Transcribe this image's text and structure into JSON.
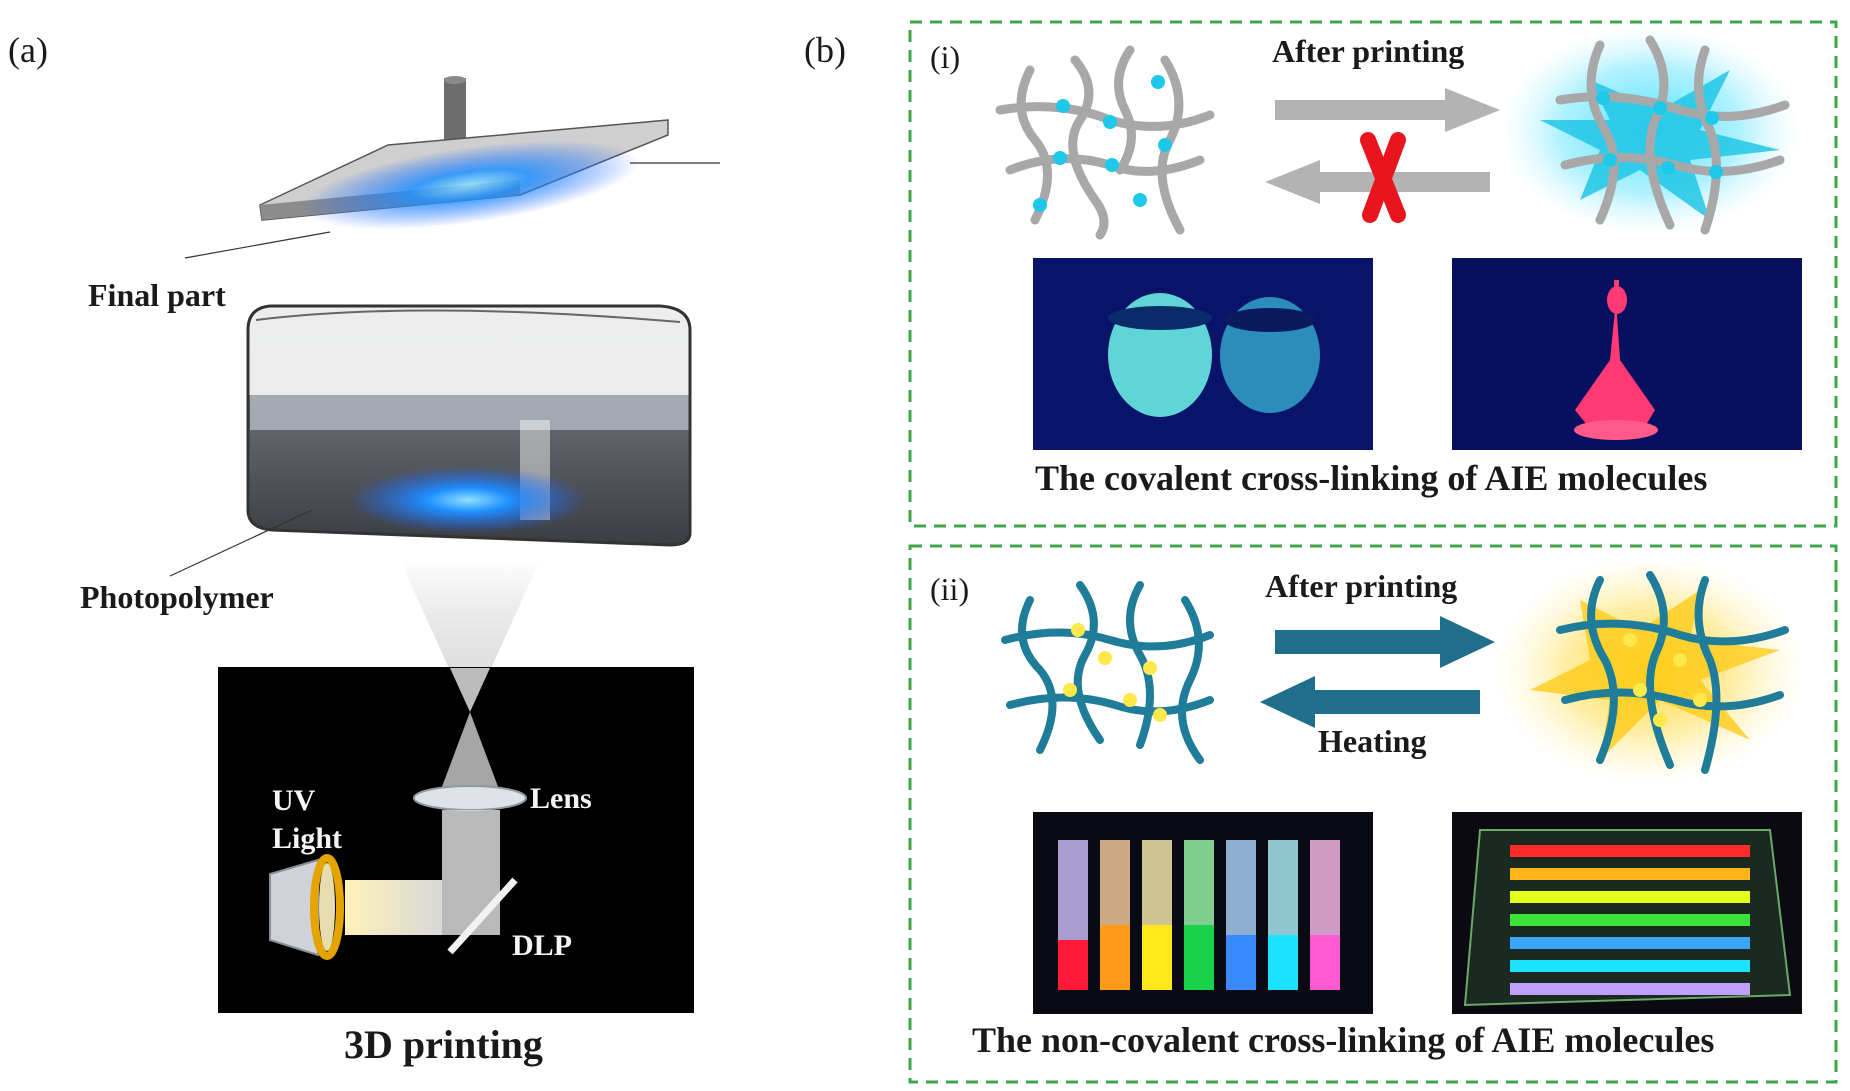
{
  "panel_a": {
    "label": "(a)",
    "final_part": "Final part",
    "photopolymer": "Photopolymer",
    "uv_line1": "UV",
    "uv_line2": "Light",
    "lens": "Lens",
    "dlp": "DLP",
    "caption": "3D printing"
  },
  "panel_b": {
    "label": "(b)",
    "sub_i": {
      "label": "(i)",
      "arrow_label": "After printing",
      "caption": "The covalent cross-linking of AIE molecules"
    },
    "sub_ii": {
      "label": "(ii)",
      "arrow_top_label": "After printing",
      "arrow_bottom_label": "Heating",
      "caption": "The non-covalent cross-linking of AIE molecules"
    }
  },
  "colors": {
    "network_gray": "#a8a8a8",
    "node_cyan": "#1ec8e8",
    "network_teal": "#1f7d9a",
    "dot_yellow": "#ffe84a",
    "dashed_border": "#3aa84a",
    "arrow_gray": "#b3b3b3",
    "arrow_teal": "#1f6e8c",
    "cross_red": "#e8141e",
    "uv_blue": "#1e90ff"
  }
}
